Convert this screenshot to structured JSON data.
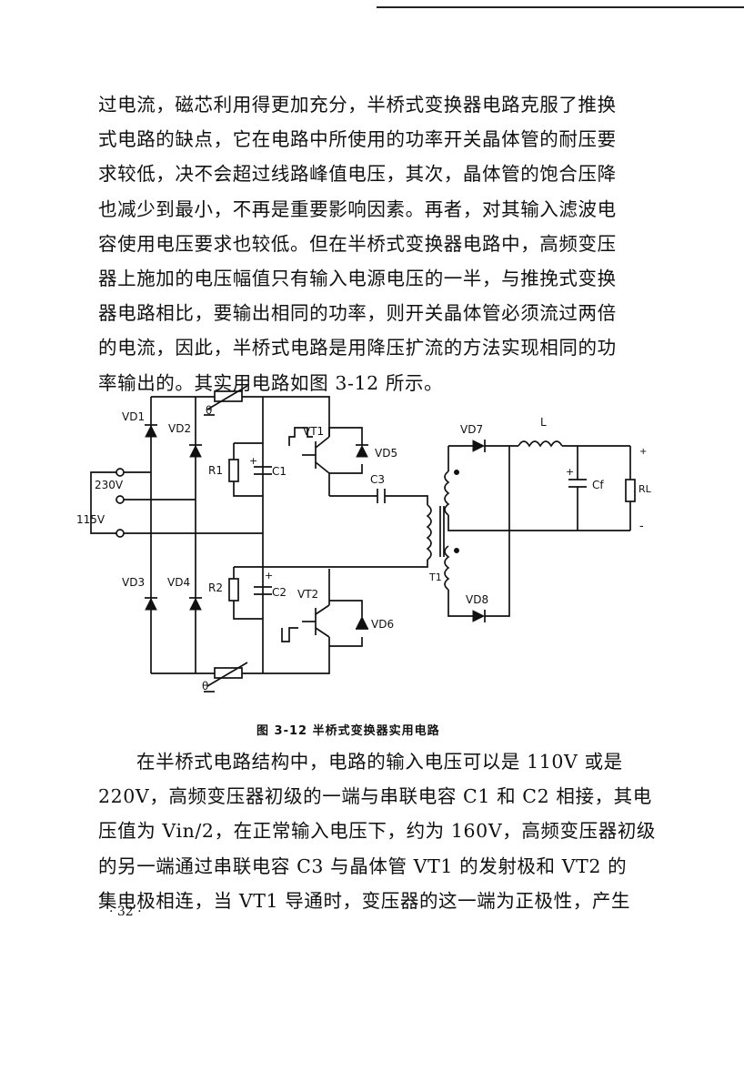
{
  "paragraph1": [
    "过电流，磁芯利用得更加充分，半桥式变换器电路克服了推换",
    "式电路的缺点，它在电路中所使用的功率开关晶体管的耐压要",
    "求较低，决不会超过线路峰值电压，其次，晶体管的饱合压降",
    "也减少到最小，不再是重要影响因素。再者，对其输入滤波电",
    "容使用电压要求也较低。但在半桥式变换器电路中，高频变压",
    "器上施加的电压幅值只有输入电源电压的一半，与推挽式变换",
    "器电路相比，要输出相同的功率，则开关晶体管必须流过两倍",
    "的电流，因此，半桥式电路是用降压扩流的方法实现相同的功",
    "率输出的。其实用电路如图 3-12 所示。"
  ],
  "figure": {
    "caption": "图 3-12   半桥式变换器实用电路",
    "labels": {
      "vd1": "VD1",
      "vd2": "VD2",
      "vd3": "VD3",
      "vd4": "VD4",
      "vd5": "VD5",
      "vd6": "VD6",
      "vd7": "VD7",
      "vd8": "VD8",
      "vt1": "VT1",
      "vt2": "VT2",
      "r1": "R1",
      "r2": "R2",
      "c1": "C1",
      "c2": "C2",
      "c3": "C3",
      "cf": "Cf",
      "rl": "RL",
      "l": "L",
      "t1": "T1",
      "v230": "230V",
      "v115": "115V",
      "theta_top": "θ",
      "theta_bottom": "θ",
      "plus_c1": "+",
      "plus_c2": "+",
      "plus_cf": "+",
      "out_plus": "+",
      "out_minus": "-"
    }
  },
  "paragraph2": [
    "在半桥式电路结构中，电路的输入电压可以是 110V 或是",
    "220V，高频变压器初级的一端与串联电容 C1 和 C2 相接，其电",
    "压值为 Vin/2，在正常输入电压下，约为 160V，高频变压器初级",
    "的另一端通过串联电容 C3 与晶体管 VT1 的发射极和 VT2 的",
    "集电极相连，当 VT1 导通时，变压器的这一端为正极性，产生"
  ],
  "page_number": "· 32 ·"
}
